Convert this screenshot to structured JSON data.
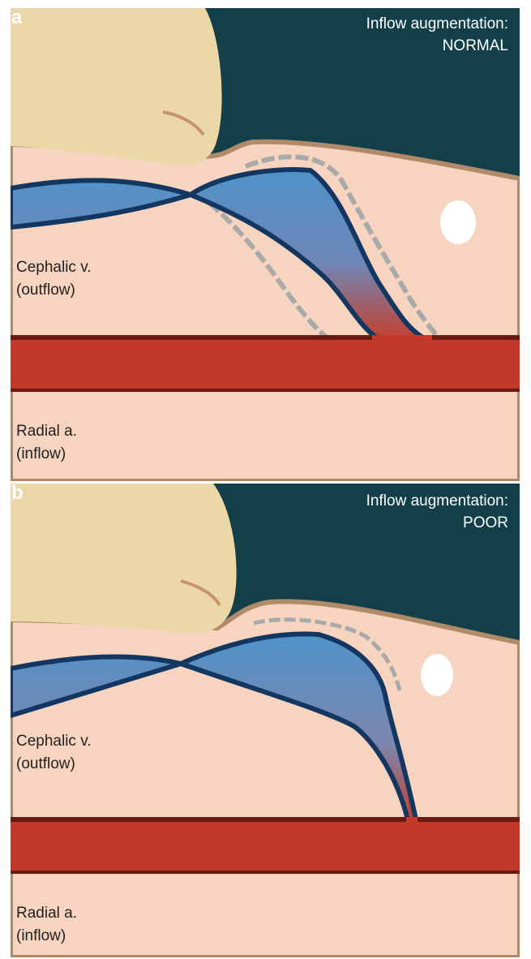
{
  "panels": [
    {
      "letter": "a",
      "title_line1": "Inflow augmentation:",
      "title_line2": "NORMAL",
      "vein_label_line1": "Cephalic v.",
      "vein_label_line2": "(outflow)",
      "artery_label_line1": "Radial a.",
      "artery_label_line2": "(inflow)"
    },
    {
      "letter": "b",
      "title_line1": "Inflow augmentation:",
      "title_line2": "POOR",
      "vein_label_line1": "Cephalic v.",
      "vein_label_line2": "(outflow)",
      "artery_label_line1": "Radial a.",
      "artery_label_line2": "(inflow)"
    }
  ],
  "colors": {
    "background": "#134048",
    "skin": "#f6d4bf",
    "skin_outline": "#b18a6a",
    "finger": "#ecd7a6",
    "vein": "#4f93c9",
    "vein_outline": "#133761",
    "artery": "#c4382a",
    "artery_outline": "#6a1a10"
  }
}
